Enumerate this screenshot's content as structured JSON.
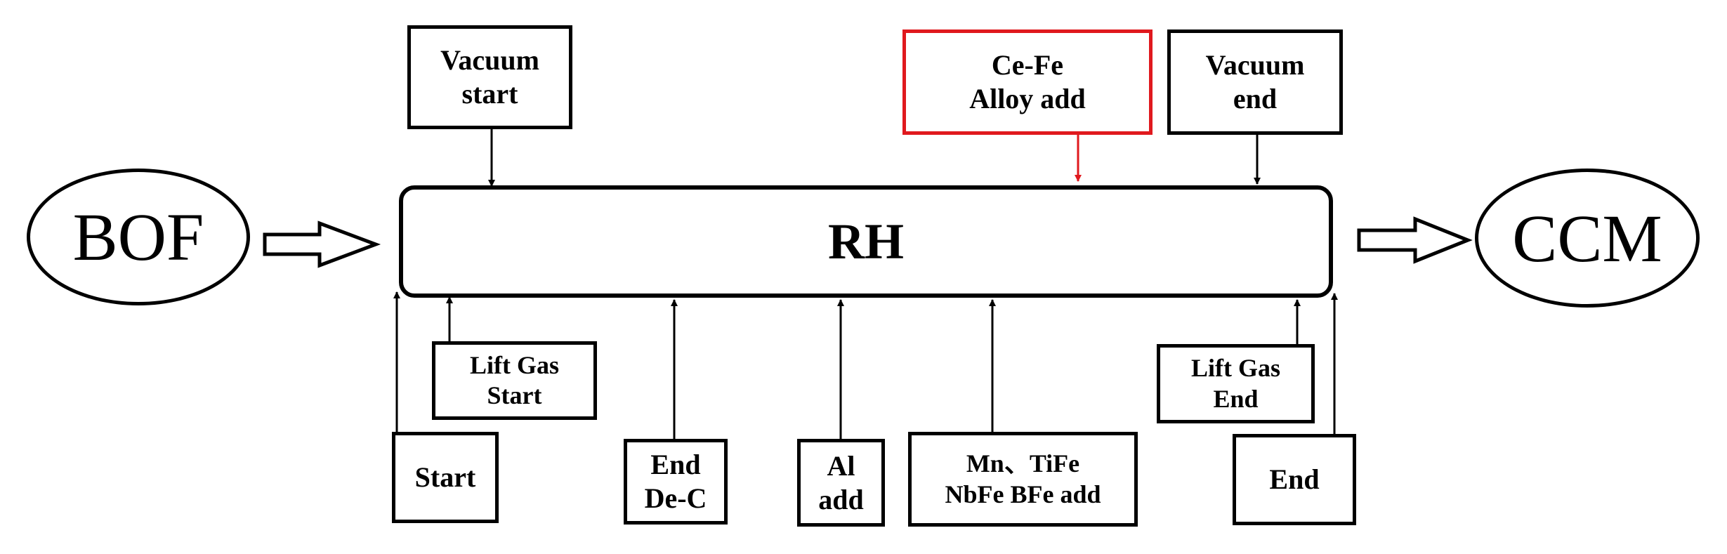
{
  "main_unit": "RH",
  "source": "BOF",
  "destination": "CCM",
  "top_boxes": {
    "vacuum_start": "Vacuum\nstart",
    "cefe_alloy": "Ce-Fe\nAlloy add",
    "vacuum_end": "Vacuum\nend"
  },
  "bottom_boxes": {
    "start": "Start",
    "lift_gas_start": "Lift Gas\nStart",
    "end_dec": "End\nDe-C",
    "al_add": "Al\nadd",
    "alloy_add": "Mn、TiFe\nNbFe BFe add",
    "lift_gas_end": "Lift Gas\nEnd",
    "end": "End"
  },
  "colors": {
    "highlight": "#e0191e",
    "line": "#000000"
  }
}
